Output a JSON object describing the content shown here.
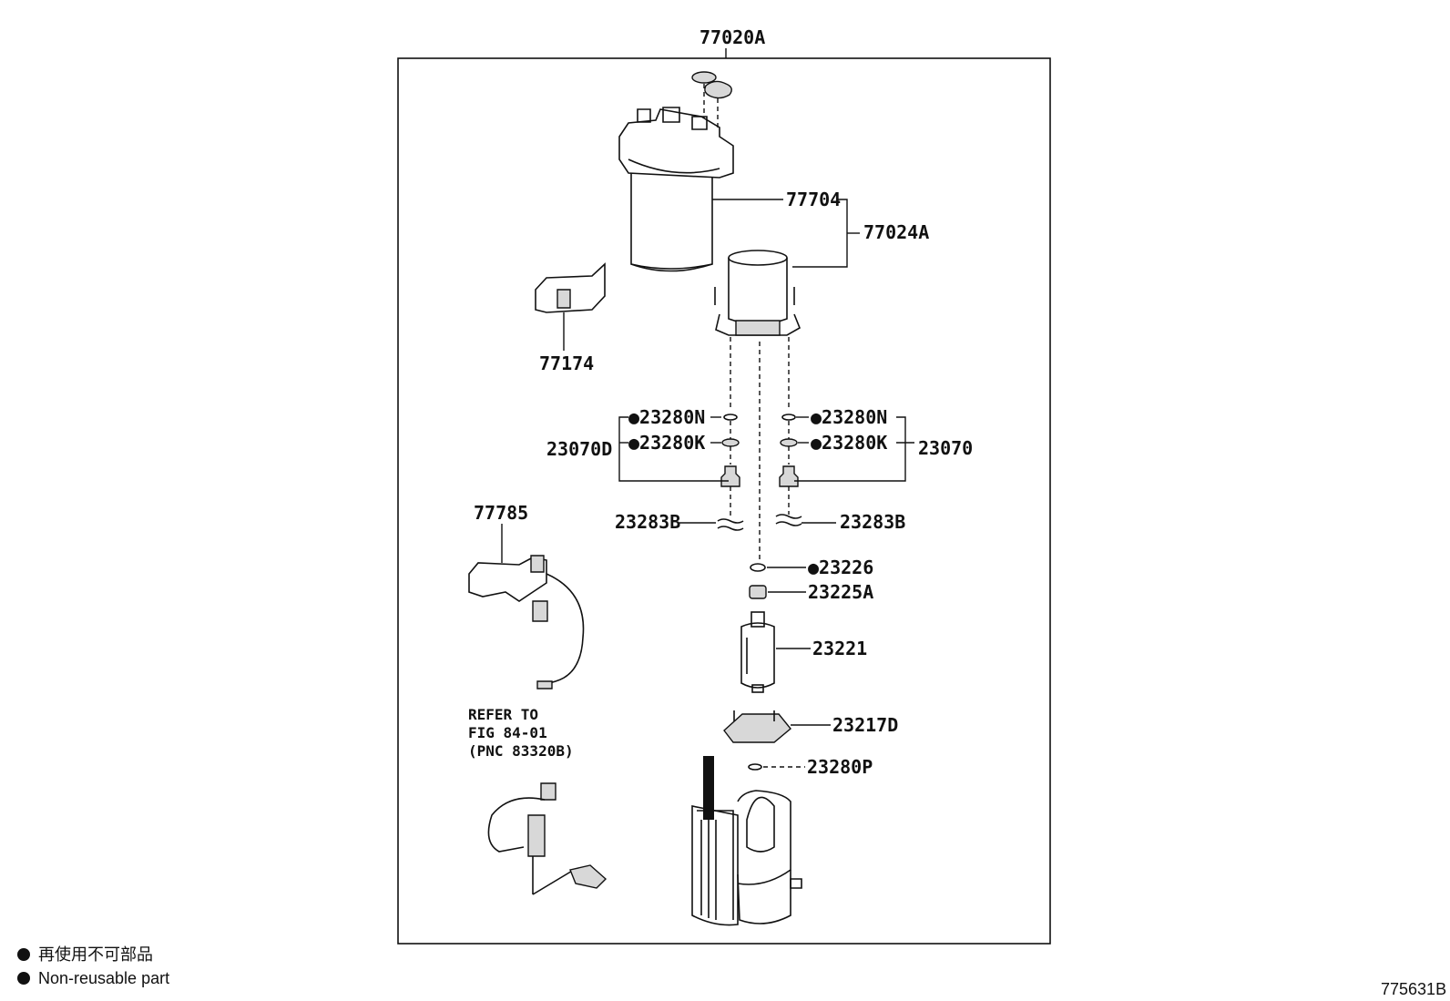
{
  "assembly_label": "77020A",
  "labels": {
    "p77704": "77704",
    "p77024A": "77024A",
    "p77174": "77174",
    "p23280N_left": "●23280N",
    "p23280K_left": "●23280K",
    "p23070D": "23070D",
    "p23280N_right": "●23280N",
    "p23280K_right": "●23280K",
    "p23070": "23070",
    "p23283B_left": "23283B",
    "p23283B_right": "23283B",
    "p77785": "77785",
    "p23226": "●23226",
    "p23225A": "23225A",
    "p23221": "23221",
    "p23217D": "23217D",
    "p23280P": "23280P"
  },
  "refer_note": {
    "line1": "REFER TO",
    "line2": "FIG 84-01",
    "line3": "(PNC 83320B)"
  },
  "legend": {
    "jp": "再使用不可部品",
    "en": "Non-reusable part"
  },
  "figure_id": "775631B"
}
